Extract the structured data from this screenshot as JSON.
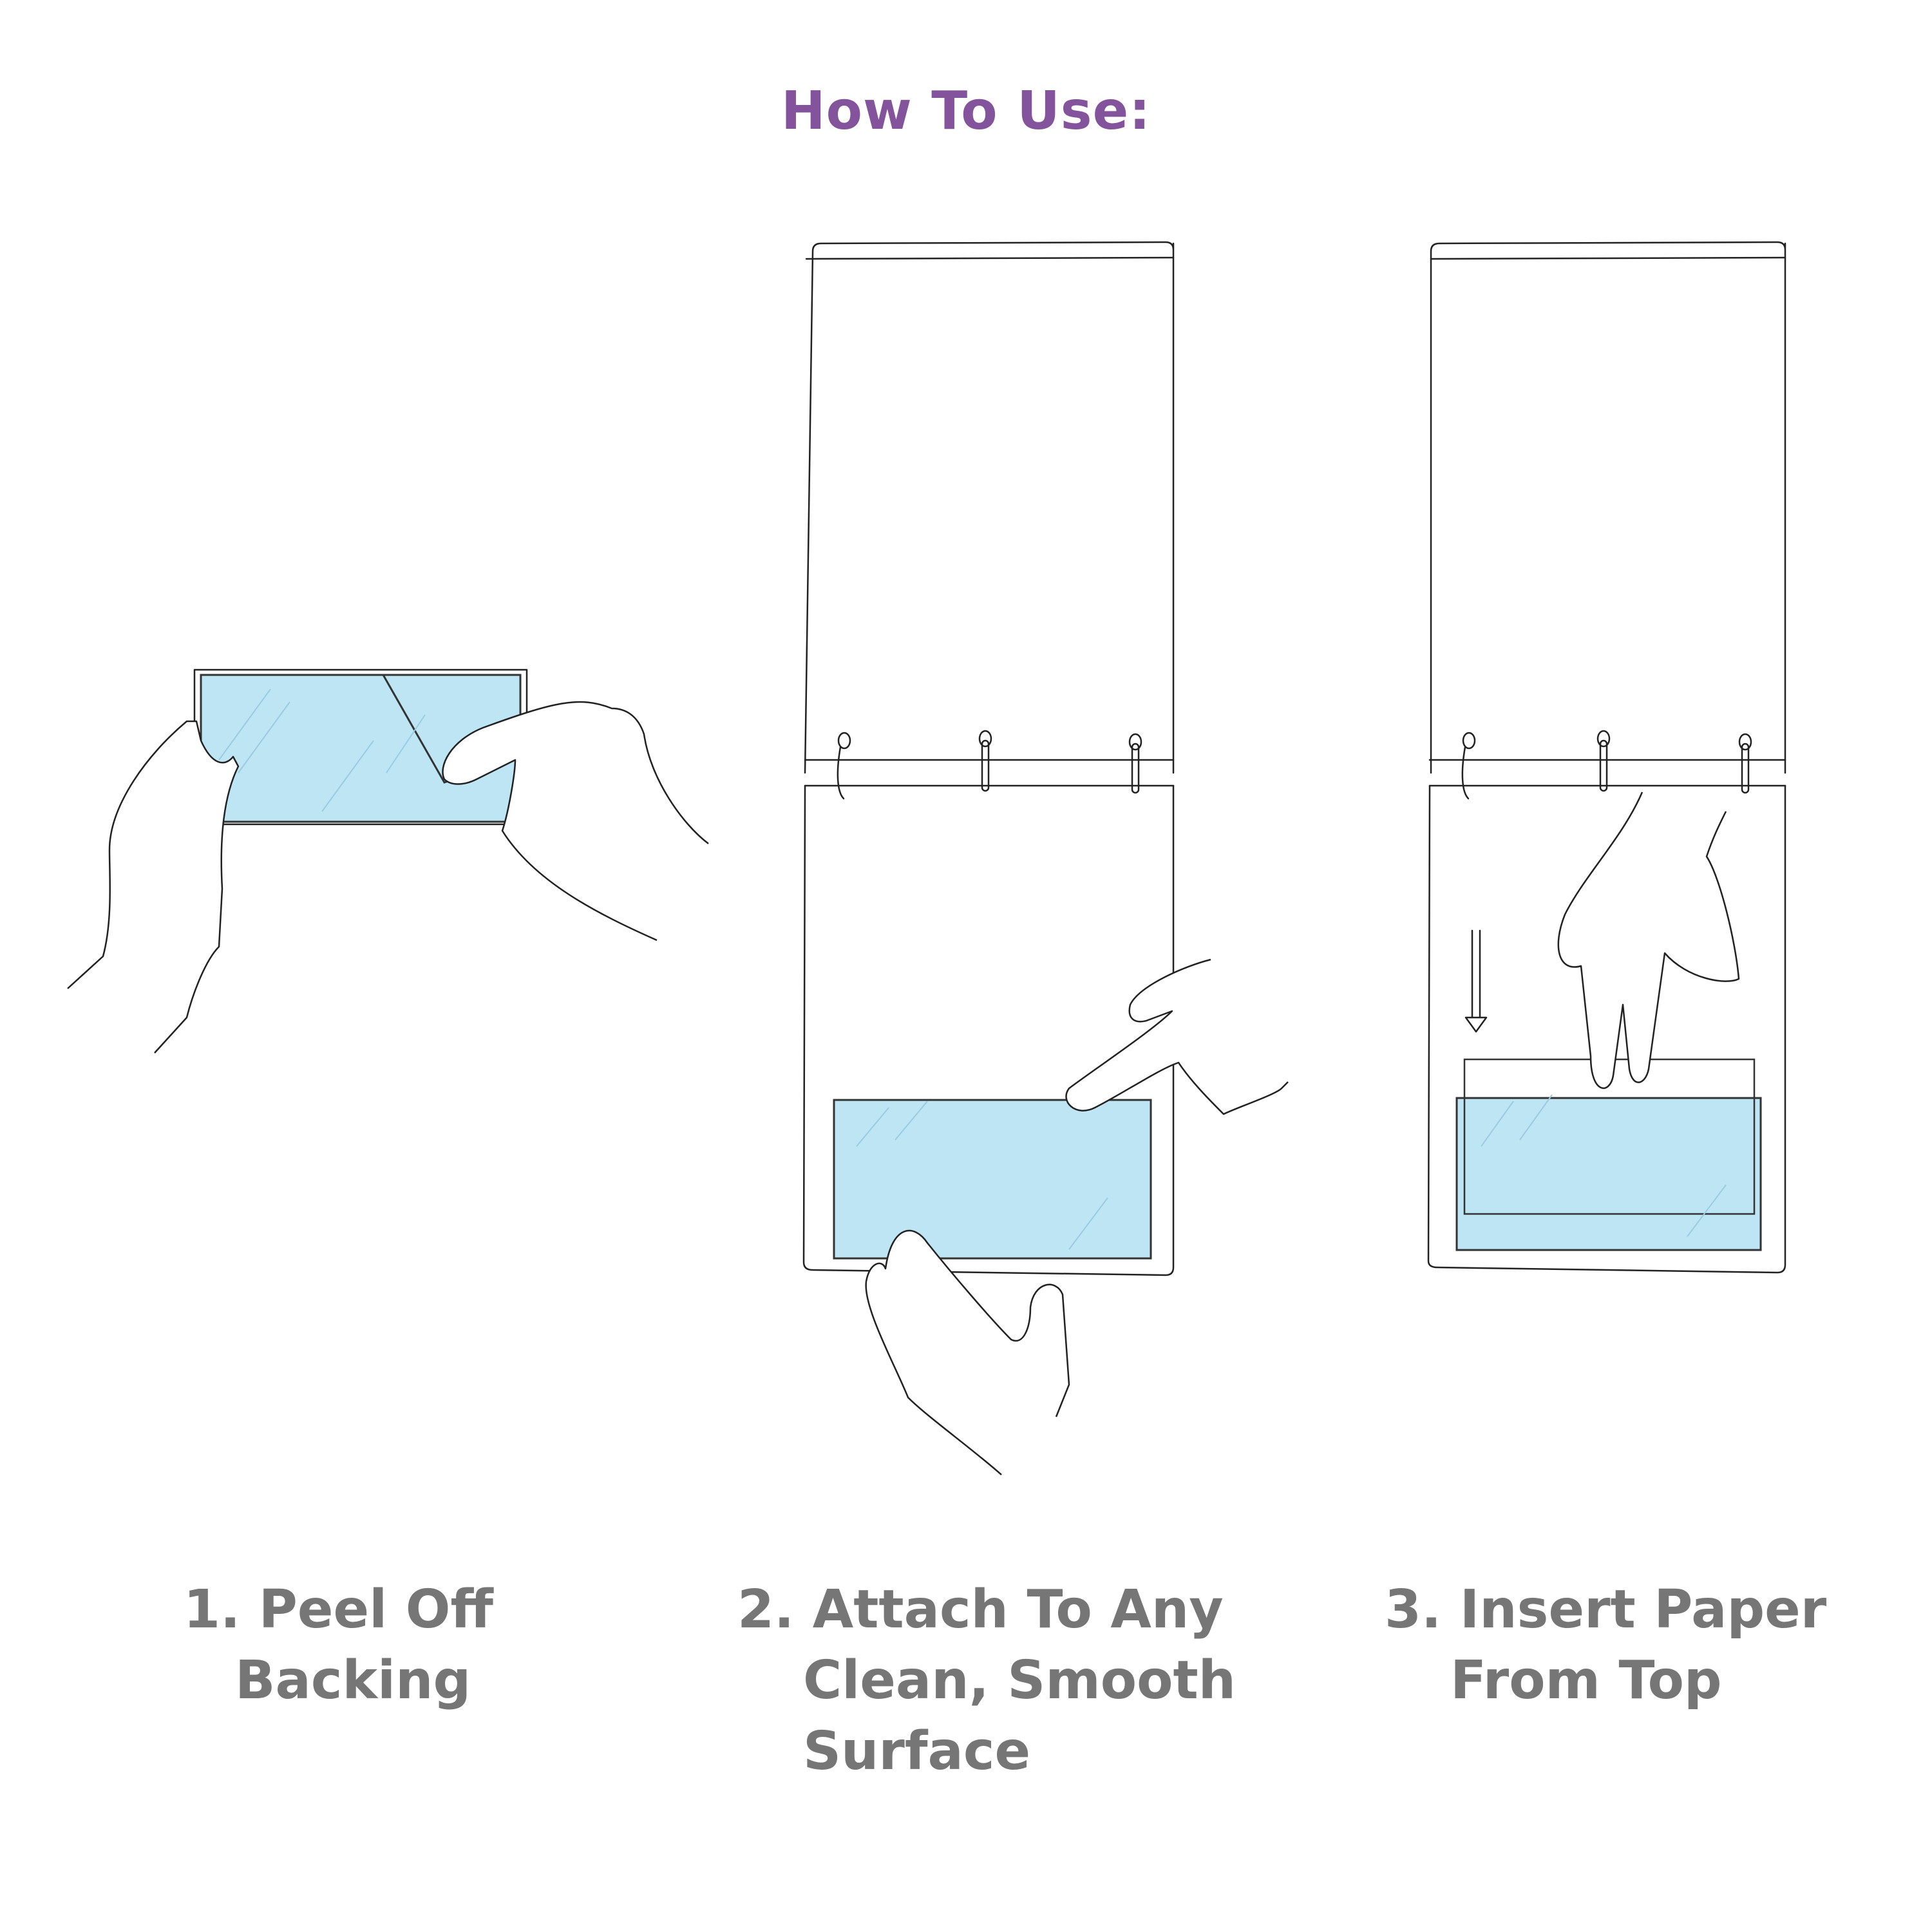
{
  "header": {
    "title": "How To Use:"
  },
  "colors": {
    "title": "#83549b",
    "caption": "#767676",
    "window_fill": "#bde5f4",
    "line": "#222222"
  },
  "steps": [
    {
      "number": "1.",
      "lines": [
        "1. Peel Off",
        "Backing"
      ],
      "illustration": "hands-peeling-backing"
    },
    {
      "number": "2.",
      "lines": [
        "2. Attach To Any",
        "Clean, Smooth",
        "Surface"
      ],
      "illustration": "hands-attaching-pocket-to-binder"
    },
    {
      "number": "3.",
      "lines": [
        "3. Insert Paper",
        "From Top"
      ],
      "illustration": "hand-inserting-paper-into-pocket"
    }
  ]
}
